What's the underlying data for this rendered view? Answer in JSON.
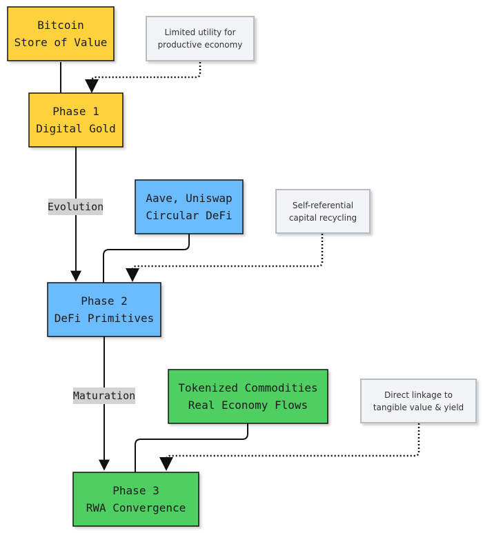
{
  "colors": {
    "yellow": "#fdd23c",
    "blue": "#6bbcff",
    "green": "#50cf62",
    "note_fill": "#f3f4f6",
    "note_border": "#b6bcc4",
    "label_bg": "#d2d2d2",
    "stroke": "#111111"
  },
  "nodes": {
    "bitcoin": {
      "line1": "Bitcoin",
      "line2": "Store of Value"
    },
    "phase1": {
      "line1": "Phase 1",
      "line2": "Digital Gold"
    },
    "aave": {
      "line1": "Aave, Uniswap",
      "line2": "Circular DeFi"
    },
    "phase2": {
      "line1": "Phase 2",
      "line2": "DeFi Primitives"
    },
    "tokenized": {
      "line1": "Tokenized Commodities",
      "line2": "Real Economy Flows"
    },
    "phase3": {
      "line1": "Phase 3",
      "line2": "RWA Convergence"
    }
  },
  "notes": {
    "limited": {
      "line1": "Limited utility for",
      "line2": "productive economy"
    },
    "self_ref": {
      "line1": "Self-referential",
      "line2": "capital recycling"
    },
    "direct": {
      "line1": "Direct linkage to",
      "line2": "tangible value & yield"
    }
  },
  "edge_labels": {
    "evolution": "Evolution",
    "maturation": "Maturation"
  }
}
